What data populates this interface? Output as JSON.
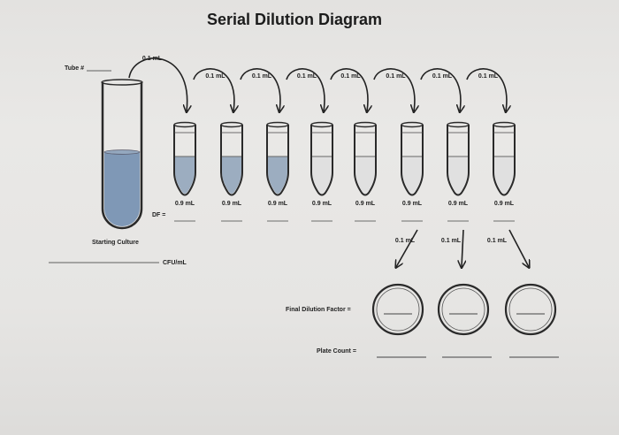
{
  "title": "Serial Dilution Diagram",
  "tube_label": "Tube #",
  "transfer_volume": "0.1 mL",
  "diluent_volume": "0.9 mL",
  "df_label": "DF =",
  "starting_culture_label": "Starting Culture",
  "cfu_label": "CFU/mL",
  "final_dilution_factor_label": "Final Dilution Factor =",
  "plate_count_label": "Plate Count =",
  "tube_count": 8,
  "filled_tubes": 3,
  "plate_count": 3,
  "colors": {
    "culture_liquid": "#7f98b6",
    "tube_liquid": "#9cadc0",
    "ink": "#222222",
    "paper": "#e7e6e4"
  }
}
